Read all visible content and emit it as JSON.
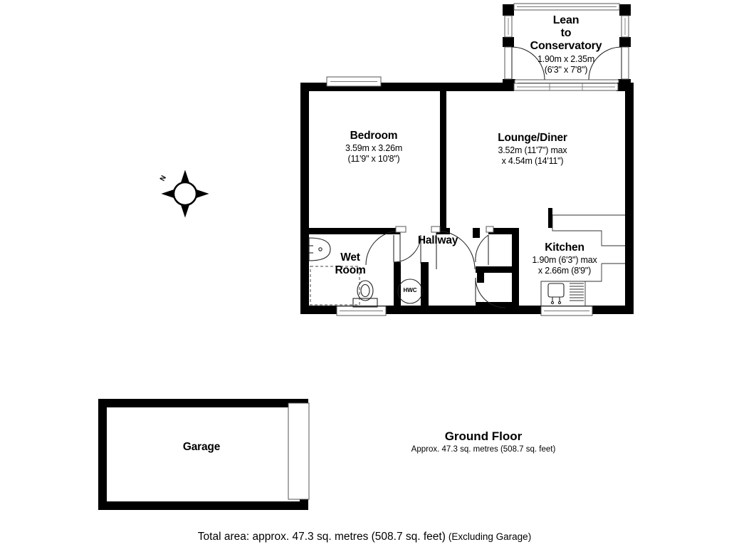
{
  "document": {
    "type": "floor-plan",
    "title": "Ground Floor",
    "background_color": "#ffffff",
    "wall_color": "#000000",
    "fixture_line_color": "#1a1a1a"
  },
  "rooms": [
    {
      "id": "conservatory",
      "name_line1": "Lean",
      "name_line2": "to",
      "name_line3": "Conservatory",
      "dim_metric": "1.90m x 2.35m",
      "dim_imperial": "(6'3\" x 7'8\")"
    },
    {
      "id": "bedroom",
      "name": "Bedroom",
      "dim_metric": "3.59m x 3.26m",
      "dim_imperial": "(11'9\" x 10'8\")"
    },
    {
      "id": "lounge-diner",
      "name": "Lounge/Diner",
      "dim_metric": "3.52m (11'7\") max",
      "dim_imperial": "x 4.54m (14'11\")"
    },
    {
      "id": "kitchen",
      "name": "Kitchen",
      "dim_metric": "1.90m (6'3\") max",
      "dim_imperial": "x 2.66m (8'9\")"
    },
    {
      "id": "hallway",
      "name": "Hallway"
    },
    {
      "id": "wet-room",
      "name_line1": "Wet",
      "name_line2": "Room"
    },
    {
      "id": "garage",
      "name": "Garage"
    }
  ],
  "fixtures": {
    "hot_water_cupboard_label": "HWC"
  },
  "compass": {
    "north_label": "N"
  },
  "footer": {
    "floor_title": "Ground Floor",
    "floor_area": "Approx. 47.3 sq. metres (508.7 sq. feet)",
    "total_area": "Total area: approx. 47.3 sq. metres (508.7 sq. feet)",
    "total_area_note": "(Excluding Garage)"
  }
}
